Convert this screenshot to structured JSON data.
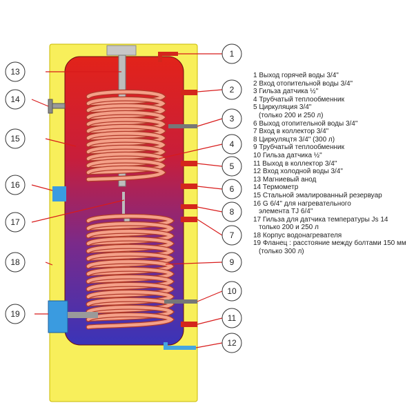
{
  "colors": {
    "casing": "#f8ef5b",
    "tank_top": "#e2231a",
    "tank_bottom": "#3a34b8",
    "coil": "#f4a088",
    "coil_outline": "#b03a2a",
    "rod": "#bdbdbd",
    "port_red": "#d4261c",
    "port_blue": "#45a6e0",
    "leader": "#d81b1b"
  },
  "callouts": [
    "1",
    "2",
    "3",
    "4",
    "5",
    "6",
    "7",
    "8",
    "9",
    "10",
    "11",
    "12",
    "13",
    "14",
    "15",
    "16",
    "17",
    "18",
    "19"
  ],
  "legend": [
    {
      "text": "1 Выход горячей воды 3/4\""
    },
    {
      "text": "2 Вход отопительной воды 3/4\""
    },
    {
      "text": "3 Гильза датчика ½\""
    },
    {
      "text": "4 Трубчатый теплообменник"
    },
    {
      "text": "5 Циркуляция 3/4\""
    },
    {
      "text": "(только 200 и 250 л)",
      "cont": true
    },
    {
      "text": "6 Выход отопительной воды 3/4\""
    },
    {
      "text": "7 Вход в коллектор 3/4\""
    },
    {
      "text": "8 Циркуляцтя 3/4\" (300 л)"
    },
    {
      "text": "9 Трубчатый теплообменник"
    },
    {
      "text": "10 Гильза датчика ½\""
    },
    {
      "text": "11 Выход в коллектор 3/4\""
    },
    {
      "text": "12 Вход холодной воды 3/4\""
    },
    {
      "text": "13 Магниевый анод"
    },
    {
      "text": "14 Термометр"
    },
    {
      "text": "15 Стальной эмалированный резервуар"
    },
    {
      "text": "16 G 6/4\" для нагревательного"
    },
    {
      "text": "элемента TJ 6/4\"",
      "cont": true
    },
    {
      "text": "17 Гильза для датчика температуры Js 14"
    },
    {
      "text": "только 200 и 250 л",
      "cont": true
    },
    {
      "text": "18 Корпус водонагревателя"
    },
    {
      "text": "19 Фланец : расстояние между болтами 150 мм"
    },
    {
      "text": "(только 300 л)",
      "cont": true
    }
  ]
}
